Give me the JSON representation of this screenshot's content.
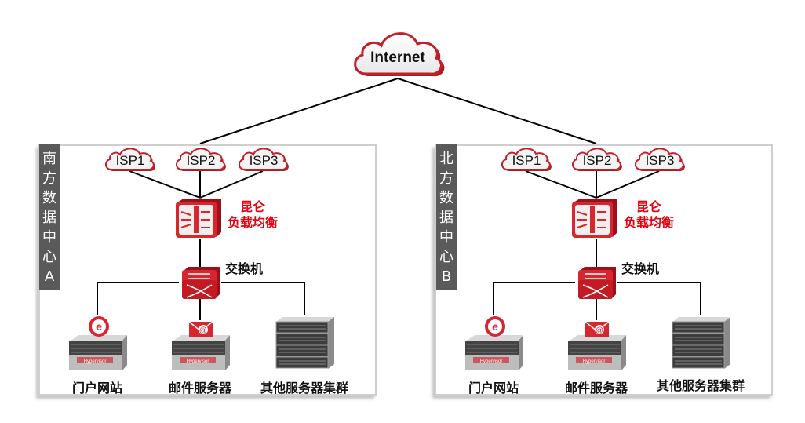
{
  "internet": {
    "label": "Internet",
    "icon": "cloud-icon"
  },
  "colors": {
    "accent_red": "#e60012",
    "device_red": "#c8102e",
    "cloud_outline": "#c0202a",
    "side_label_bg": "#5a5a5a",
    "frame_border": "#cfcfcf",
    "link_color": "#000000"
  },
  "datacenters": [
    {
      "id": "a",
      "side_label": [
        "南",
        "方",
        "数",
        "据",
        "中",
        "心",
        "A"
      ],
      "isps": [
        {
          "label": "ISP1",
          "icon": "cloud-icon"
        },
        {
          "label": "ISP2",
          "icon": "cloud-icon"
        },
        {
          "label": "ISP3",
          "icon": "cloud-icon"
        }
      ],
      "load_balancer": {
        "line1": "昆仑",
        "line2": "负载均衡",
        "icon": "load-balancer-icon"
      },
      "switch": {
        "label": "交换机",
        "icon": "switch-icon"
      },
      "servers": [
        {
          "label": "门户网站",
          "icon": "web-server-icon",
          "badge": "e",
          "rack_text": "Hypervisor"
        },
        {
          "label": "邮件服务器",
          "icon": "mail-server-icon",
          "badge": "@",
          "rack_text": "Hypervisor"
        },
        {
          "label": "其他服务器集群",
          "icon": "server-cluster-icon"
        }
      ]
    },
    {
      "id": "b",
      "side_label": [
        "北",
        "方",
        "数",
        "据",
        "中",
        "心",
        "B"
      ],
      "isps": [
        {
          "label": "ISP1",
          "icon": "cloud-icon"
        },
        {
          "label": "ISP2",
          "icon": "cloud-icon"
        },
        {
          "label": "ISP3",
          "icon": "cloud-icon"
        }
      ],
      "load_balancer": {
        "line1": "昆仑",
        "line2": "负载均衡",
        "icon": "load-balancer-icon"
      },
      "switch": {
        "label": "交换机",
        "icon": "switch-icon"
      },
      "servers": [
        {
          "label": "门户网站",
          "icon": "web-server-icon",
          "badge": "e",
          "rack_text": "Hypervisor"
        },
        {
          "label": "邮件服务器",
          "icon": "mail-server-icon",
          "badge": "@",
          "rack_text": "Hypervisor"
        },
        {
          "label": "其他服务器集群",
          "icon": "server-cluster-icon"
        }
      ]
    }
  ]
}
